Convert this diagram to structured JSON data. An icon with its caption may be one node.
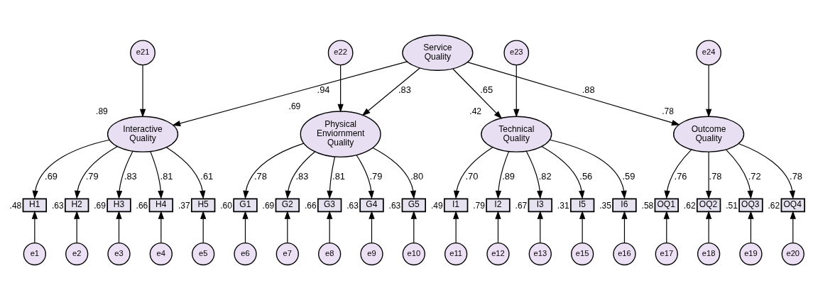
{
  "diagram": {
    "nodes": [
      {
        "text": [
          "Service Quality"
        ]
      },
      {
        "text": [
          "e21"
        ]
      },
      {
        "text": [
          "Interactive Quality"
        ],
        "beside": [
          ".89"
        ]
      },
      {
        "text": [
          "e22"
        ]
      },
      {
        "text": [
          "Physical Enviornment Quality"
        ],
        "beside": [
          ".69"
        ]
      },
      {
        "text": [
          "e23"
        ]
      },
      {
        "text": [
          "Technical Quality"
        ],
        "beside": [
          ".42"
        ]
      },
      {
        "text": [
          "e24"
        ]
      },
      {
        "text": [
          "Outcome Quality"
        ],
        "beside": [
          ".78"
        ]
      },
      {
        "text": [
          "H1"
        ],
        "beside": [
          ".48"
        ]
      },
      {
        "text": [
          "H2"
        ],
        "beside": [
          ".63"
        ]
      },
      {
        "text": [
          "H3"
        ],
        "beside": [
          ".69"
        ]
      },
      {
        "text": [
          "H4"
        ],
        "beside": [
          ".66"
        ]
      },
      {
        "text": [
          "H5"
        ],
        "beside": [
          ".37"
        ]
      },
      {
        "text": [
          "G1"
        ],
        "beside": [
          ".60"
        ]
      },
      {
        "text": [
          "G2"
        ],
        "beside": [
          ".69"
        ]
      },
      {
        "text": [
          "G3"
        ],
        "beside": [
          ".66"
        ]
      },
      {
        "text": [
          "G4"
        ],
        "beside": [
          ".63"
        ]
      },
      {
        "text": [
          "G5"
        ],
        "beside": [
          ".63"
        ]
      },
      {
        "text": [
          "I1"
        ],
        "beside": [
          ".49"
        ]
      },
      {
        "text": [
          "I2"
        ],
        "beside": [
          ".79"
        ]
      },
      {
        "text": [
          "I3"
        ],
        "beside": [
          ".67"
        ]
      },
      {
        "text": [
          "I5"
        ],
        "beside": [
          ".31"
        ]
      },
      {
        "text": [
          "I6"
        ],
        "beside": [
          ".35"
        ]
      },
      {
        "text": [
          "OQ1"
        ],
        "beside": [
          ".58"
        ]
      },
      {
        "text": [
          "OQ2"
        ],
        "beside": [
          ".62"
        ]
      },
      {
        "text": [
          "OQ3"
        ],
        "beside": [
          ".51"
        ]
      },
      {
        "text": [
          "OQ4"
        ],
        "beside": [
          ".62"
        ]
      },
      {
        "text": [
          "e1"
        ]
      },
      {
        "text": [
          "e2"
        ]
      },
      {
        "text": [
          "e3"
        ]
      },
      {
        "text": [
          "e4"
        ]
      },
      {
        "text": [
          "e5"
        ]
      },
      {
        "text": [
          "e6"
        ]
      },
      {
        "text": [
          "e7"
        ]
      },
      {
        "text": [
          "e8"
        ]
      },
      {
        "text": [
          "e9"
        ]
      },
      {
        "text": [
          "e10"
        ]
      },
      {
        "text": [
          "e11"
        ]
      },
      {
        "text": [
          "e12"
        ]
      },
      {
        "text": [
          "e13"
        ]
      },
      {
        "text": [
          "e15"
        ]
      },
      {
        "text": [
          "e16"
        ]
      },
      {
        "text": [
          "e17"
        ]
      },
      {
        "text": [
          "e18"
        ]
      },
      {
        "text": [
          "e19"
        ]
      },
      {
        "text": [
          "e20"
        ]
      }
    ],
    "edges": [
      {
        "from": 0,
        "to": 2,
        "arrow": "to",
        "label": ".94"
      },
      {
        "from": 0,
        "to": 4,
        "arrow": "to",
        "label": ".83"
      },
      {
        "from": 0,
        "to": 6,
        "arrow": "to",
        "label": ".65"
      },
      {
        "from": 0,
        "to": 8,
        "arrow": "to",
        "label": ".88"
      },
      {
        "from": 1,
        "to": 2,
        "arrow": "to"
      },
      {
        "from": 3,
        "to": 4,
        "arrow": "to"
      },
      {
        "from": 5,
        "to": 6,
        "arrow": "to"
      },
      {
        "from": 7,
        "to": 8,
        "arrow": "to"
      },
      {
        "from": 2,
        "to": 9,
        "arrow": "to",
        "label": ".69"
      },
      {
        "from": 2,
        "to": 10,
        "arrow": "to",
        "label": ".79"
      },
      {
        "from": 2,
        "to": 11,
        "arrow": "to",
        "label": ".83"
      },
      {
        "from": 2,
        "to": 12,
        "arrow": "to",
        "label": ".81"
      },
      {
        "from": 2,
        "to": 13,
        "arrow": "to",
        "label": ".61"
      },
      {
        "from": 4,
        "to": 14,
        "arrow": "to",
        "label": ".78"
      },
      {
        "from": 4,
        "to": 15,
        "arrow": "to",
        "label": ".83"
      },
      {
        "from": 4,
        "to": 16,
        "arrow": "to",
        "label": ".81"
      },
      {
        "from": 4,
        "to": 17,
        "arrow": "to",
        "label": ".79"
      },
      {
        "from": 4,
        "to": 18,
        "arrow": "to",
        "label": ".80"
      },
      {
        "from": 6,
        "to": 19,
        "arrow": "to",
        "label": ".70"
      },
      {
        "from": 6,
        "to": 20,
        "arrow": "to",
        "label": ".89"
      },
      {
        "from": 6,
        "to": 21,
        "arrow": "to",
        "label": ".82"
      },
      {
        "from": 6,
        "to": 22,
        "arrow": "to",
        "label": ".56"
      },
      {
        "from": 6,
        "to": 23,
        "arrow": "to",
        "label": ".59"
      },
      {
        "from": 8,
        "to": 24,
        "arrow": "to",
        "label": ".76"
      },
      {
        "from": 8,
        "to": 25,
        "arrow": "to",
        "label": ".78"
      },
      {
        "from": 8,
        "to": 26,
        "arrow": "to",
        "label": ".72"
      },
      {
        "from": 8,
        "to": 27,
        "arrow": "to",
        "label": ".78"
      },
      {
        "from": 28,
        "to": 9,
        "arrow": "to"
      },
      {
        "from": 29,
        "to": 10,
        "arrow": "to"
      },
      {
        "from": 30,
        "to": 11,
        "arrow": "to"
      },
      {
        "from": 31,
        "to": 12,
        "arrow": "to"
      },
      {
        "from": 32,
        "to": 13,
        "arrow": "to"
      },
      {
        "from": 33,
        "to": 14,
        "arrow": "to"
      },
      {
        "from": 34,
        "to": 15,
        "arrow": "to"
      },
      {
        "from": 35,
        "to": 16,
        "arrow": "to"
      },
      {
        "from": 36,
        "to": 17,
        "arrow": "to"
      },
      {
        "from": 37,
        "to": 18,
        "arrow": "to"
      },
      {
        "from": 38,
        "to": 19,
        "arrow": "to"
      },
      {
        "from": 39,
        "to": 20,
        "arrow": "to"
      },
      {
        "from": 40,
        "to": 21,
        "arrow": "to"
      },
      {
        "from": 41,
        "to": 22,
        "arrow": "to"
      },
      {
        "from": 42,
        "to": 23,
        "arrow": "to"
      },
      {
        "from": 43,
        "to": 24,
        "arrow": "to"
      },
      {
        "from": 44,
        "to": 25,
        "arrow": "to"
      },
      {
        "from": 45,
        "to": 26,
        "arrow": "to"
      },
      {
        "from": 46,
        "to": 27,
        "arrow": "to"
      }
    ]
  }
}
